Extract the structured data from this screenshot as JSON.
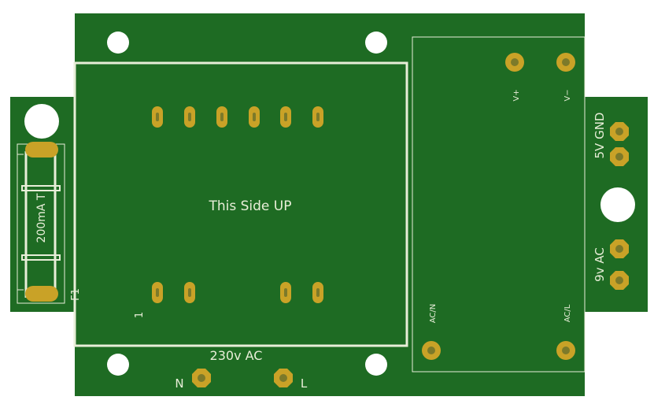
{
  "colors": {
    "board": "#1e6b23",
    "silkscreen": "#e8eed8",
    "copper_pad": "#c9a227",
    "drill_hole": "#ffffff",
    "pad_drill": "#7c7a2a"
  },
  "labels": {
    "this_side_up": "This Side UP",
    "pin_one": "1",
    "mains_input": "230v AC",
    "neutral": "N",
    "live": "L",
    "dc_out": "5V GND",
    "ac_out": "9v AC",
    "v_plus": "V+",
    "v_minus": "V−",
    "ac_n": "AC/N",
    "ac_l": "AC/L",
    "fuse_rating": "200mA T",
    "fuse_ref": "F1"
  }
}
